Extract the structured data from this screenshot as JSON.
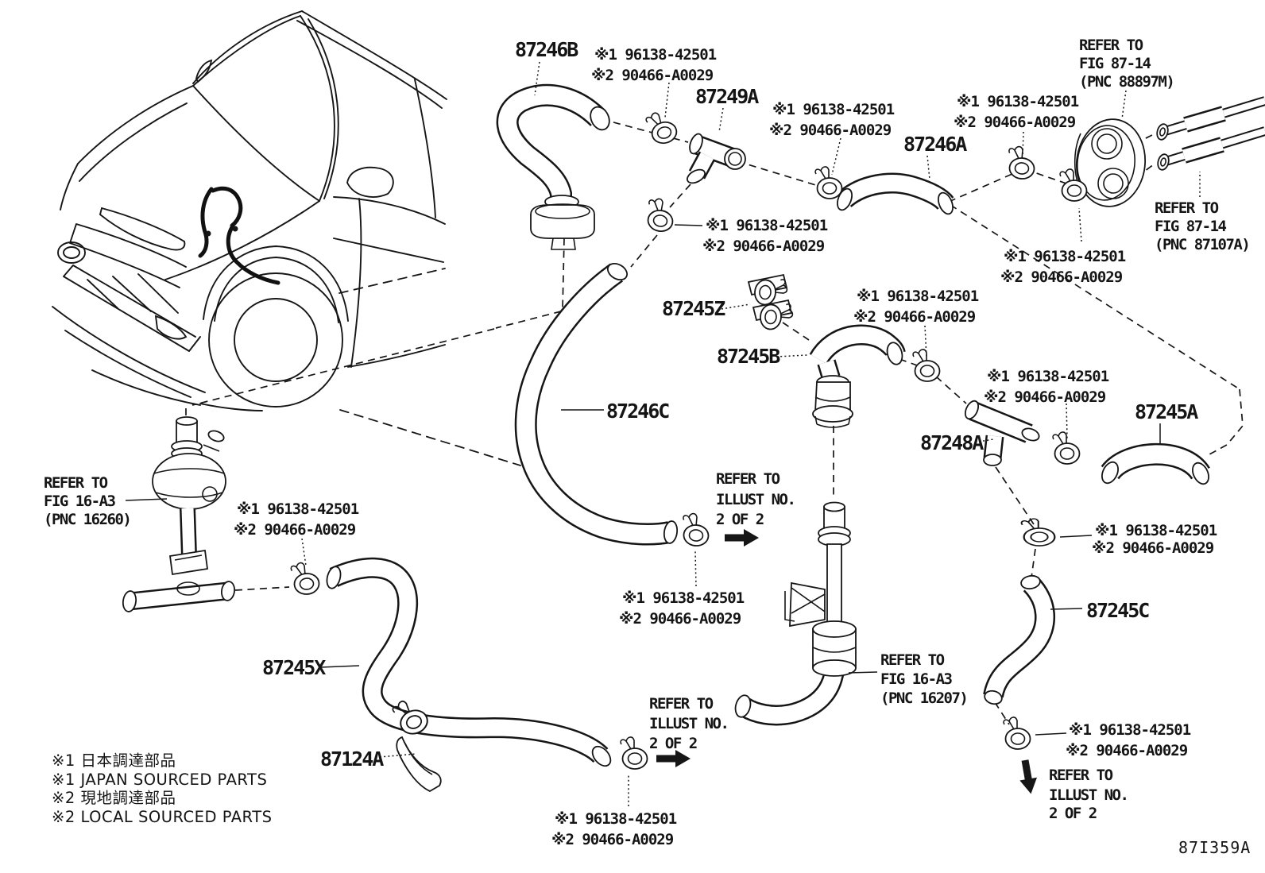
{
  "diagram": {
    "code": "87I359A",
    "ink_color": "#161616",
    "background_color": "#ffffff"
  },
  "clamp_note": {
    "line1": "※1 96138-42501",
    "line2": "※2 90466-A0029"
  },
  "part_numbers": {
    "p87246B": "87246B",
    "p87249A": "87249A",
    "p87246A": "87246A",
    "p87245Z": "87245Z",
    "p87245B": "87245B",
    "p87246C": "87246C",
    "p87248A": "87248A",
    "p87245A": "87245A",
    "p87245X": "87245X",
    "p87124A": "87124A",
    "p87245C": "87245C"
  },
  "refer_notes": {
    "fig87_14_88897M": {
      "l1": "REFER TO",
      "l2": "FIG 87-14",
      "l3": "(PNC 88897M)"
    },
    "fig87_14_87107A": {
      "l1": "REFER TO",
      "l2": "FIG 87-14",
      "l3": "(PNC 87107A)"
    },
    "fig16_A3_16260": {
      "l1": "REFER TO",
      "l2": "FIG 16-A3",
      "l3": "(PNC 16260)"
    },
    "fig16_A3_16207": {
      "l1": "REFER TO",
      "l2": "FIG 16-A3",
      "l3": "(PNC 16207)"
    },
    "illust_no_2of2": {
      "l1": "REFER TO",
      "l2": "ILLUST NO.",
      "l3": "2 OF 2"
    }
  },
  "legend": {
    "line1": "※1 日本調達部品",
    "line2": "※1 JAPAN SOURCED PARTS",
    "line3": "※2 現地調達部品",
    "line4": "※2 LOCAL SOURCED PARTS"
  }
}
